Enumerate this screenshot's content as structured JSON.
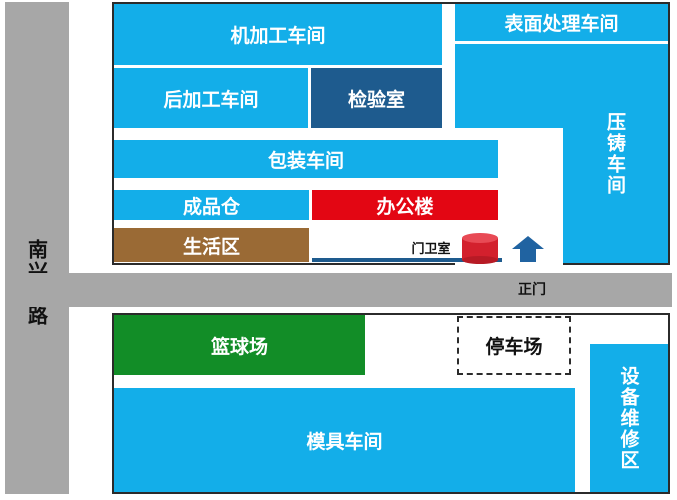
{
  "colors": {
    "building_cyan": "#13aee9",
    "inspection_blue": "#1e5b8e",
    "office_red": "#e30613",
    "living_brown": "#9a6a35",
    "court_green": "#128d27",
    "road_gray": "#a7a7a7",
    "arrow_blue": "#2063a1",
    "guard_red": "#d3202d"
  },
  "roads": {
    "west_road": "南兴五路",
    "main_gate": "正门"
  },
  "north_compound": {
    "machining": "机加工车间",
    "surface_treatment": "表面处理车间",
    "post_processing": "后加工车间",
    "inspection": "检验室",
    "die_casting": "压铸车间",
    "packaging": "包装车间",
    "finished_goods": "成品仓",
    "office": "办公楼",
    "living": "生活区",
    "guard_room": "门卫室"
  },
  "south_compound": {
    "basketball": "篮球场",
    "parking": "停车场",
    "mold": "模具车间",
    "maintenance": "设备维修区"
  }
}
